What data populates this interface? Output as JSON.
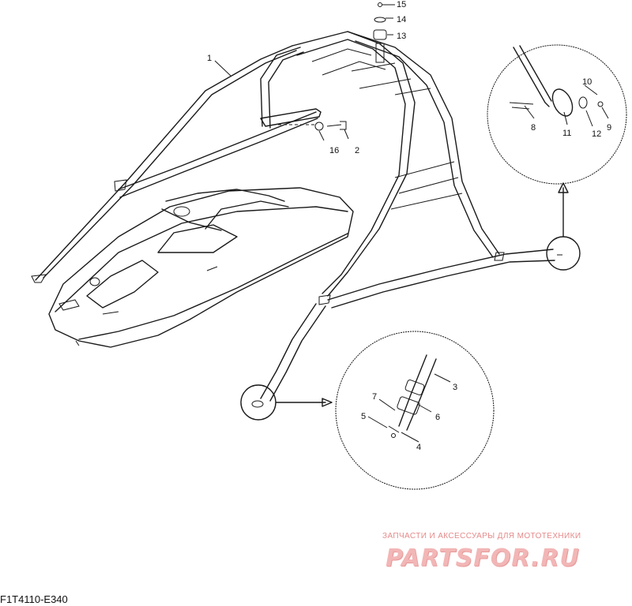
{
  "diagram": {
    "drawing_code": "F1T4110-E340",
    "watermark": {
      "tagline": "ЗАПЧАСТИ И АКСЕССУАРЫ ДЛЯ МОТОТЕХНИКИ",
      "brand": "PARTSFOR.RU"
    },
    "callouts": {
      "c1": "1",
      "c2": "2",
      "c3": "3",
      "c4": "4",
      "c5": "5",
      "c6": "6",
      "c7": "7",
      "c8": "8",
      "c9": "9",
      "c10": "10",
      "c11": "11",
      "c12": "12",
      "c13": "13",
      "c14": "14",
      "c15": "15",
      "c16": "16"
    }
  }
}
